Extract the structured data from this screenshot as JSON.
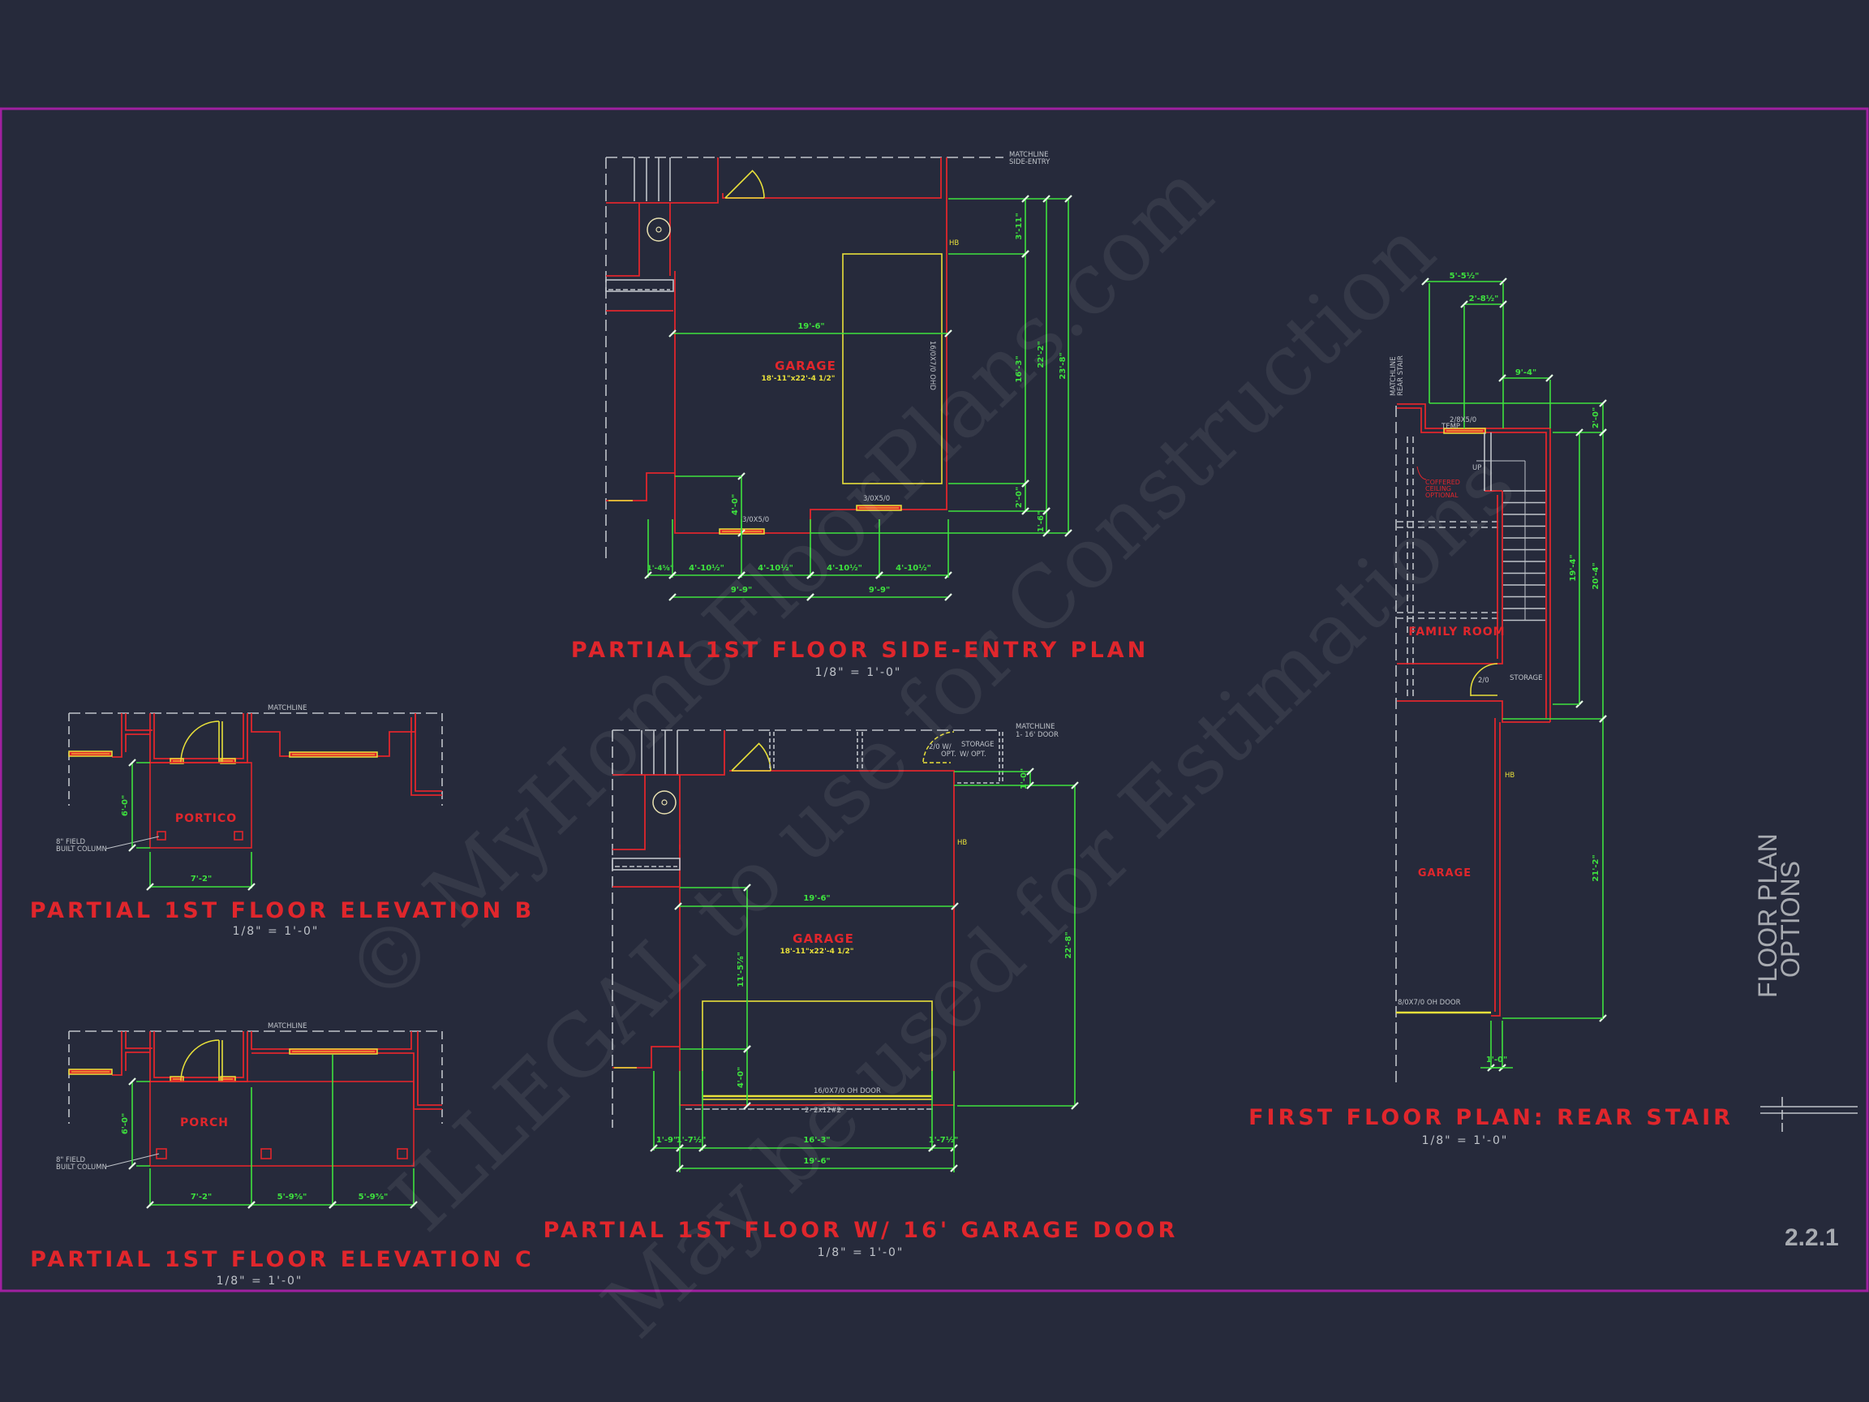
{
  "colors": {
    "background": "#262a3b",
    "border": "#a020a0",
    "walls": "#e0262c",
    "dimensions": "#3ee23e",
    "doors": "#e8e03a",
    "annotations": "#bfc3c9"
  },
  "watermark": [
    "© MyHomeFloorPlans.com",
    "ILLEGAL to use for Construction",
    "May be used for Estimations"
  ],
  "sheet": {
    "title_line1": "FLOOR PLAN",
    "title_line2": "OPTIONS",
    "number": "2.2.1"
  },
  "side_entry_plan": {
    "title": "PARTIAL 1ST FLOOR SIDE-ENTRY PLAN",
    "scale": "1/8\" = 1'-0\"",
    "matchline": [
      "MATCHLINE",
      "SIDE-ENTRY"
    ],
    "room": "GARAGE",
    "room_size": "18'-11\"x22'-4 1/2\"",
    "door_label": "16/0X7/0 OHD",
    "windows": [
      "3/0X5/0",
      "3/0X5/0"
    ],
    "hose_bib": "HB",
    "dims": [
      "19'-6\"",
      "3'-11\"",
      "16'-3\"",
      "2'-0\"",
      "22'-2\"",
      "1'-6\"",
      "23'-8\"",
      "4'-0\"",
      "1'-4⅝\"",
      "4'-10½\"",
      "4'-10½\"",
      "4'-10½\"",
      "4'-10½\"",
      "9'-9\"",
      "9'-9\""
    ]
  },
  "garage_16_plan": {
    "title": "PARTIAL 1ST FLOOR W/ 16' GARAGE DOOR",
    "scale": "1/8\" = 1'-0\"",
    "matchline": [
      "MATCHLINE",
      "1- 16' DOOR"
    ],
    "room": "GARAGE",
    "room_size": "18'-11\"x22'-4 1/2\"",
    "door_label": "16/0X7/0 OH DOOR",
    "header": "2- 2x12#2",
    "hose_bib": "HB",
    "storage": [
      "2/0 W/",
      "OPT.",
      "STORAGE",
      "W/ OPT."
    ],
    "dims": [
      "19'-6\"",
      "11'-5⅞\"",
      "4'-0\"",
      "22'-8\"",
      "1'-0\"",
      "1'-9\"",
      "1'-7½\"",
      "16'-3\"",
      "1'-7½\"",
      "19'-6\""
    ]
  },
  "elevation_b": {
    "title": "PARTIAL 1ST FLOOR ELEVATION B",
    "scale": "1/8\" = 1'-0\"",
    "matchline": "MATCHLINE",
    "room": "PORTICO",
    "column_note": [
      "8\" FIELD",
      "BUILT COLUMN"
    ],
    "dims": [
      "6'-0\"",
      "7'-2\""
    ]
  },
  "elevation_c": {
    "title": "PARTIAL 1ST FLOOR ELEVATION C",
    "scale": "1/8\" = 1'-0\"",
    "matchline": "MATCHLINE",
    "room": "PORCH",
    "column_note": [
      "8\" FIELD",
      "BUILT COLUMN"
    ],
    "dims": [
      "6'-0\"",
      "7'-2\"",
      "5'-9⅝\"",
      "5'-9⅝\""
    ]
  },
  "rear_stair_plan": {
    "title": "FIRST FLOOR PLAN: REAR STAIR",
    "scale": "1/8\" = 1'-0\"",
    "matchline": [
      "MATCHLINE",
      "REAR STAIR"
    ],
    "rooms": [
      "FAMILY ROOM",
      "GARAGE"
    ],
    "window": [
      "2/8X5/0",
      "TEMP"
    ],
    "stair": "UP",
    "ceiling_note": [
      "COFFERED",
      "CEILING",
      "OPTIONAL"
    ],
    "door": "2/0",
    "storage": "STORAGE",
    "garage_door": "8/0X7/0 OH DOOR",
    "hose_bib": "HB",
    "dims": [
      "5'-5½\"",
      "2'-8½\"",
      "9'-4\"",
      "2'-0\"",
      "19'-4\"",
      "20'-4\"",
      "21'-2\"",
      "1'-0\""
    ]
  }
}
